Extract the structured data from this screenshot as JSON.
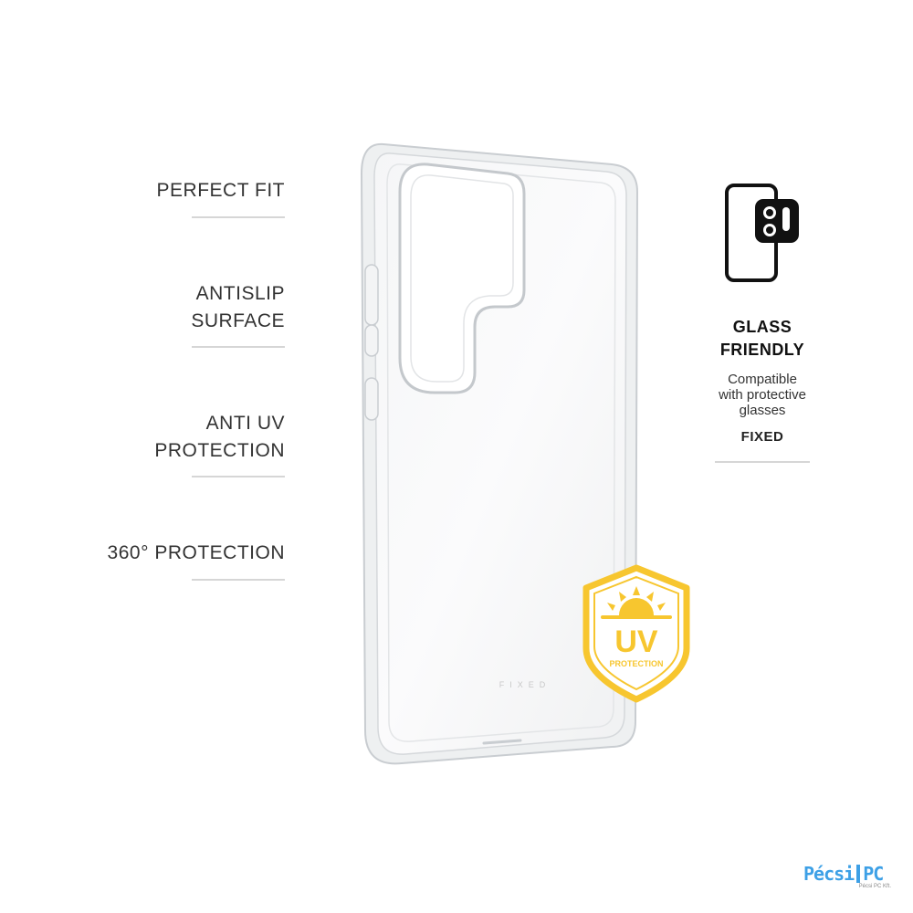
{
  "features": [
    {
      "lines": [
        "PERFECT FIT"
      ]
    },
    {
      "lines": [
        "ANTISLIP",
        "SURFACE"
      ]
    },
    {
      "lines": [
        "ANTI UV",
        "PROTECTION"
      ]
    },
    {
      "lines": [
        "360° PROTECTION"
      ]
    }
  ],
  "product": {
    "brand_mark": "FIXED",
    "icons": [
      "phone-case-clear"
    ]
  },
  "glass_friendly": {
    "title_line1": "GLASS",
    "title_line2": "FRIENDLY",
    "desc_line1": "Compatible",
    "desc_line2": "with protective",
    "desc_line3": "glasses",
    "brand": "FIXED",
    "icon": "phone-camera-glass-icon"
  },
  "uv_badge": {
    "main": "UV",
    "sub": "PROTECTION",
    "color": "#f7c62f",
    "icon": "sun-icon"
  },
  "store_logo": {
    "name_part1": "Pécsi",
    "name_part2": "PC",
    "subtitle": "Pécsi PC Kft.",
    "color": "#3da0e6"
  }
}
